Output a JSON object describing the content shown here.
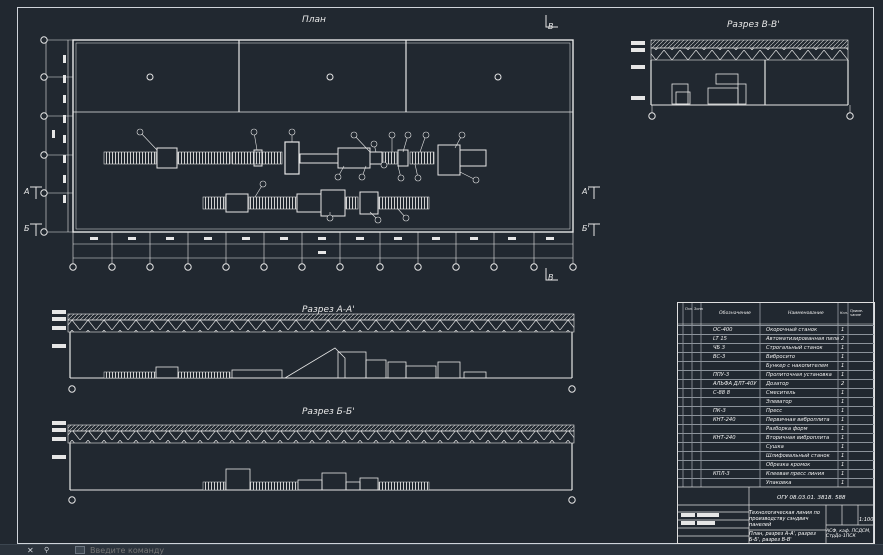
{
  "views": {
    "plan_title": "План",
    "section_vv_title": "Разрез В-В'",
    "section_aa_title": "Разрез А-А'",
    "section_bb_title": "Разрез Б-Б'"
  },
  "section_marks": {
    "v_top": "В",
    "v_bottom": "В",
    "a_left": "А",
    "a_right": "А'",
    "b_left": "Б",
    "b_right": "Б'"
  },
  "spec_table": {
    "headers": {
      "pos": "Поз.",
      "zone": "Зона",
      "designation": "Обозначение",
      "name": "Наименование",
      "qty": "Кол.",
      "note": "Приме-чание"
    },
    "rows": [
      {
        "des": "ОС-400",
        "name": "Окорочный станок",
        "qty": "1"
      },
      {
        "des": "LT 15",
        "name": "Автоматизированная пила",
        "qty": "2"
      },
      {
        "des": "ЧБ 3",
        "name": "Строгальный станок",
        "qty": "1"
      },
      {
        "des": "ВС-3",
        "name": "Вибросито",
        "qty": "1"
      },
      {
        "des": "",
        "name": "Бункер с накопителем",
        "qty": "1"
      },
      {
        "des": "ППУ-3",
        "name": "Пропиточная установка",
        "qty": "1"
      },
      {
        "des": "АЛЬФА ДЛТ-40У",
        "name": "Дозатор",
        "qty": "2"
      },
      {
        "des": "С-88 8",
        "name": "Смеситель",
        "qty": "1"
      },
      {
        "des": "",
        "name": "Элеватор",
        "qty": "1"
      },
      {
        "des": "ПК-3",
        "name": "Пресс",
        "qty": "1"
      },
      {
        "des": "КНТ-240",
        "name": "Первичная виброплита",
        "qty": "1"
      },
      {
        "des": "",
        "name": "Разборка форм",
        "qty": "1"
      },
      {
        "des": "КНТ-240",
        "name": "Вторичная виброплита",
        "qty": "1"
      },
      {
        "des": "",
        "name": "Сушка",
        "qty": "1"
      },
      {
        "des": "",
        "name": "Шлифовальный станок",
        "qty": "1"
      },
      {
        "des": "",
        "name": "Обрезка кромок",
        "qty": "1"
      },
      {
        "des": "КПЛ-3",
        "name": "Клеевая пресс линия",
        "qty": "1"
      },
      {
        "des": "",
        "name": "Упаковка",
        "qty": "1"
      }
    ]
  },
  "title_block": {
    "code": "ОГУ 08.03.01. 3818. 588",
    "title": "Технологическая линия по производству сэндвич панелей",
    "sheet": "План, разрез А-А', разрез Б-Б', разрез В-В'",
    "scale_label": "1:100",
    "org": "АСФ, каф. ПСДСМ, СтрДо-1ПСК"
  },
  "command_line": {
    "placeholder": "Введите команду",
    "close_glyph": "✕",
    "pin_glyph": "⚲"
  },
  "colors": {
    "background": "#212830",
    "lines": "#e6e6e6",
    "hatch": "#cfcfcf"
  }
}
